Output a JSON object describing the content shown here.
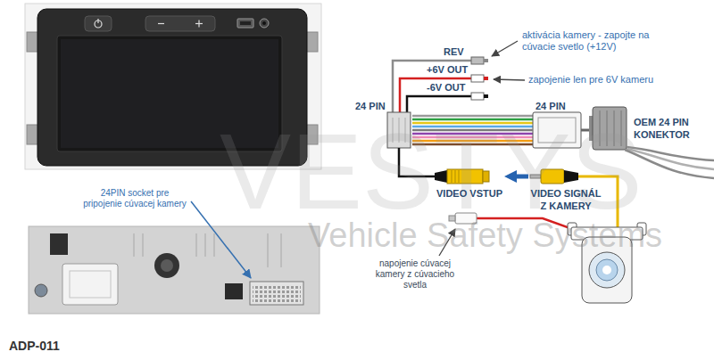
{
  "diagram": {
    "caption": "ADP-011",
    "nodes": [
      {
        "text": [
          "24 PIN"
        ]
      },
      {
        "text": [
          "24 PIN"
        ]
      },
      {
        "text": [
          "OEM 24 PIN KONEKTOR"
        ]
      },
      {
        "text": [
          "VIDEO VSTUP"
        ]
      },
      {
        "text": [
          "VIDEO SIGNÁL Z KAMERY"
        ]
      }
    ],
    "edges": [
      {
        "from": 0,
        "to": 1,
        "arrow": "none"
      },
      {
        "from": 2,
        "to": 1,
        "arrow": "none"
      },
      {
        "from": 0,
        "to": 3,
        "arrow": "none"
      },
      {
        "from": 4,
        "to": 3,
        "arrow": "to"
      }
    ],
    "labels": [
      "REV",
      "aktivácia kamery - zapojte na cúvacie svetlo (+12V)",
      "+6V OUT",
      "zapojenie len pre 6V kameru",
      "-6V OUT",
      "24PIN socket pre pripojenie cúvacej kamery",
      "napojenie cúvacej kamery z cúvacieho svetla",
      "VESTYS",
      "Vehicle Safety Systems"
    ]
  }
}
